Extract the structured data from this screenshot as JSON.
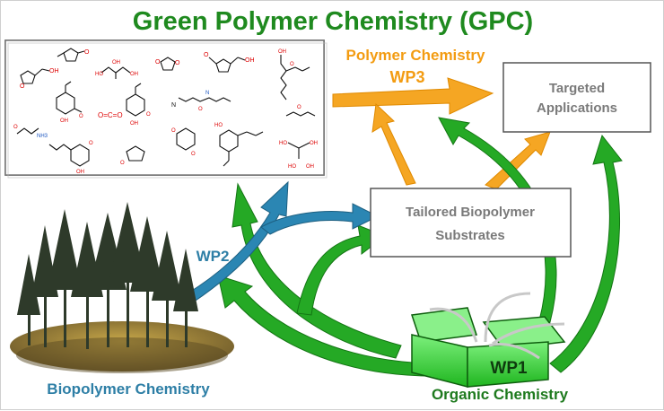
{
  "title": "Green Polymer Chemistry (GPC)",
  "work_packages": {
    "polymer_chemistry_label": "Polymer Chemistry",
    "wp3": "WP3",
    "wp2": "WP2",
    "wp1": "WP1"
  },
  "boxes": {
    "targeted_line1": "Targeted",
    "targeted_line2": "Applications",
    "tailored_line1": "Tailored Biopolymer",
    "tailored_line2": "Substrates"
  },
  "areas": {
    "biopolymer_chemistry": "Biopolymer Chemistry",
    "organic_chemistry": "Organic Chemistry"
  },
  "colors": {
    "title_green": "#1f8a1f",
    "polymer_orange": "#f39c12",
    "wp2_blue": "#2e7fa6",
    "arrow_green": "#22a822",
    "arrow_blue": "#2b86b3",
    "box_gray_text": "#7a7a7a",
    "organic_green": "#1e7a1e"
  },
  "icons": [
    "molecule-structures-icon",
    "forest-island-icon",
    "open-box-icon"
  ]
}
